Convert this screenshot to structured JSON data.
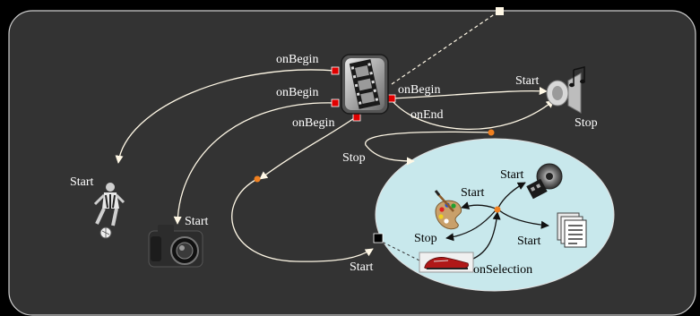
{
  "diagram": {
    "colors": {
      "background": "#000000",
      "panel": "#333333",
      "panel_border": "#cfcfcf",
      "ellipse_fill": "#c8e8ec",
      "arrow_white": "#fff8e6",
      "arrow_dark": "#1a1a1a",
      "port_red": "#e00000",
      "port_orange": "#f08020",
      "port_black": "#000000"
    },
    "labels": {
      "video_onbegin_1": "onBegin",
      "video_onbegin_2": "onBegin",
      "video_onbegin_3": "onBegin",
      "video_onbegin_4": "onBegin",
      "video_onend": "onEnd",
      "audio_start": "Start",
      "audio_stop": "Stop",
      "soccer_start": "Start",
      "camera_start": "Start",
      "ellipse_stop": "Stop",
      "ellipse_start": "Start",
      "inner_paint_start": "Start",
      "inner_paint_stop": "Stop",
      "inner_film_start": "Start",
      "inner_doc_start": "Start",
      "shoe_onselection": "onSelection"
    },
    "icons": [
      "video-filmstrip-icon",
      "speaker-music-icon",
      "soccer-player-icon",
      "camera-icon",
      "paint-palette-icon",
      "film-reel-icon",
      "document-icon",
      "shoe-image-icon"
    ]
  }
}
